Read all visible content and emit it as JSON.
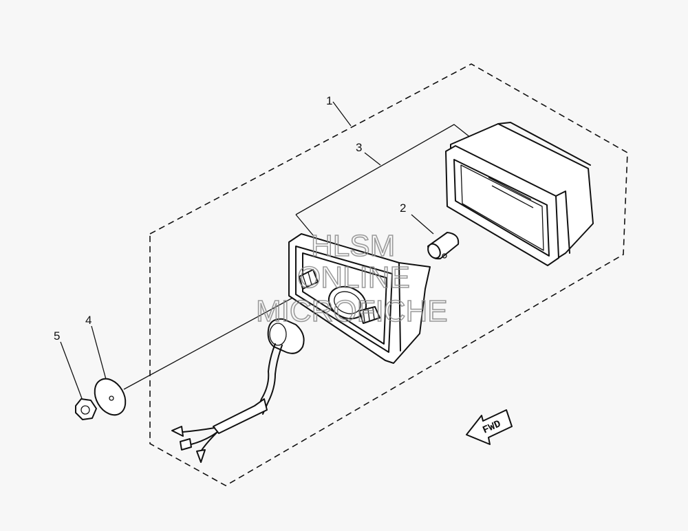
{
  "callouts": [
    "1",
    "2",
    "3",
    "4",
    "5"
  ],
  "direction_label": "FWD",
  "watermark": [
    "HLSM",
    "ONLINE",
    "MICROFICHE"
  ],
  "colors": {
    "background": "#f7f7f7",
    "line": "#111111",
    "watermark": "#8a8a8a"
  }
}
